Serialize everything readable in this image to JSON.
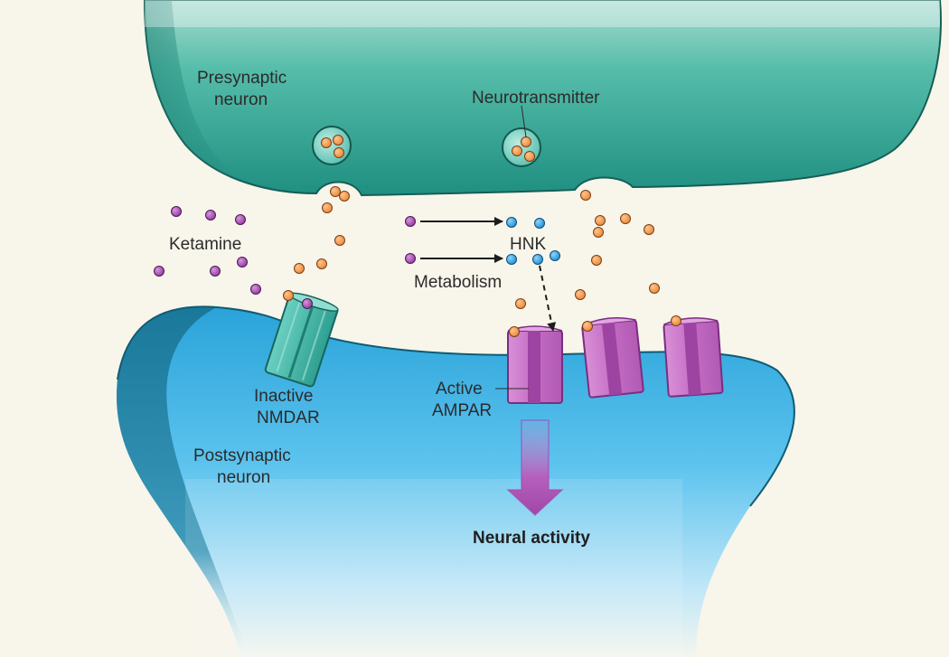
{
  "labels": {
    "presynaptic_line1": "Presynaptic",
    "presynaptic_line2": "neuron",
    "neurotransmitter": "Neurotransmitter",
    "ketamine": "Ketamine",
    "hnk": "HNK",
    "metabolism": "Metabolism",
    "nmdar_line1": "Inactive",
    "nmdar_line2": "NMDAR",
    "ampar_line1": "Active",
    "ampar_line2": "AMPAR",
    "postsynaptic_line1": "Postsynaptic",
    "postsynaptic_line2": "neuron",
    "neural_activity": "Neural activity"
  },
  "colors": {
    "background": "#f8f5ea",
    "presynaptic": "#2fa897",
    "postsynaptic": "#4cb8e6",
    "ketamine": "#9b4aa8",
    "neurotransmitter": "#ef9448",
    "hnk": "#2d9fe0",
    "nmdar": "#3ab9a8",
    "ampar": "#c774c7"
  }
}
